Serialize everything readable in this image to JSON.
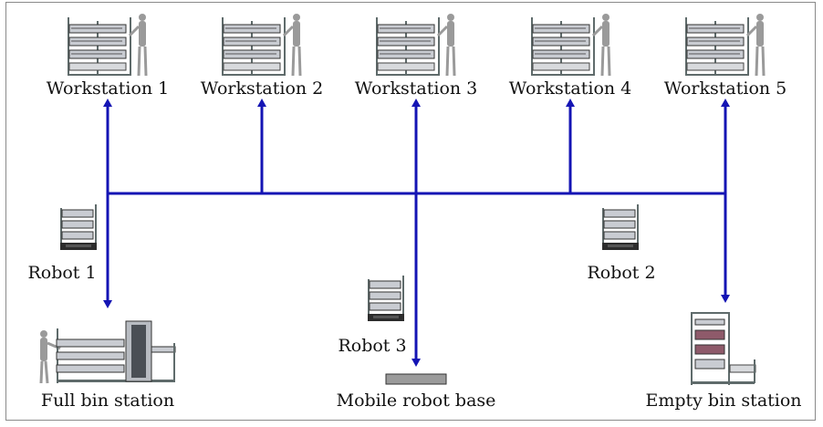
{
  "colors": {
    "connector": "#1414b4",
    "frame": "#8a8a8a",
    "metal": "#5f6b6b",
    "panel": "#c9ccd2",
    "robot_base": "#2c2c2c",
    "person": "#9a9a9a",
    "base_plate": "#9b9b9b"
  },
  "workstations": [
    {
      "label": "Workstation 1",
      "icon": "workstation-icon"
    },
    {
      "label": "Workstation 2",
      "icon": "workstation-icon"
    },
    {
      "label": "Workstation 3",
      "icon": "workstation-icon"
    },
    {
      "label": "Workstation 4",
      "icon": "workstation-icon"
    },
    {
      "label": "Workstation 5",
      "icon": "workstation-icon"
    }
  ],
  "robots": [
    {
      "label": "Robot 1",
      "icon": "mobile-robot-icon"
    },
    {
      "label": "Robot 2",
      "icon": "mobile-robot-icon"
    },
    {
      "label": "Robot 3",
      "icon": "mobile-robot-icon"
    }
  ],
  "stations": {
    "full_bin": {
      "label": "Full bin station",
      "icon": "full-bin-station-icon"
    },
    "mobile_base": {
      "label": "Mobile robot base",
      "icon": "robot-base-icon"
    },
    "empty_bin": {
      "label": "Empty bin station",
      "icon": "empty-bin-station-icon"
    }
  }
}
